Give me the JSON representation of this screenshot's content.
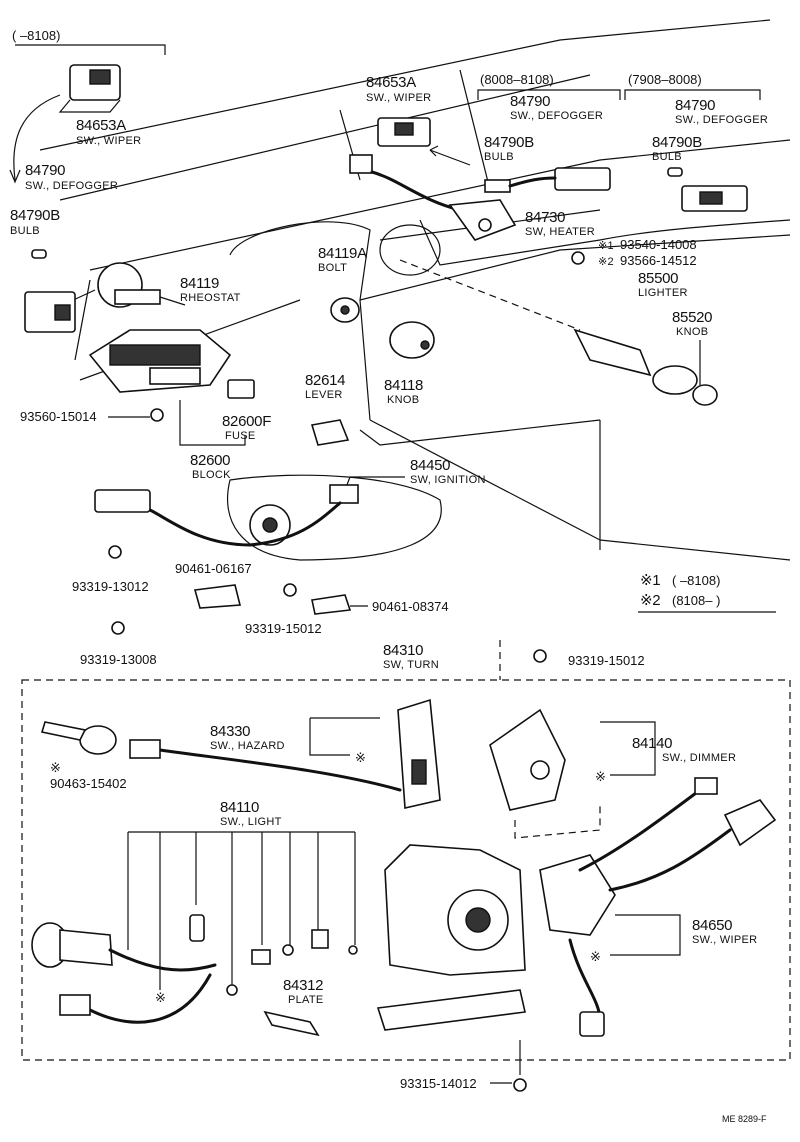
{
  "top_left_range": "(     –8108)",
  "range_8008_8108": "(8008–8108)",
  "range_7908_8008": "(7908–8008)",
  "parts": {
    "p84653A_top": {
      "pn": "84653A",
      "name": "SW., WIPER"
    },
    "p84653A_left": {
      "pn": "84653A",
      "name": "SW., WIPER"
    },
    "p84790_left": {
      "pn": "84790",
      "name": "SW., DEFOGGER"
    },
    "p84790B_left": {
      "pn": "84790B",
      "name": "BULB"
    },
    "p84790_mid": {
      "pn": "84790",
      "name": "SW., DEFOGGER"
    },
    "p84790B_mid": {
      "pn": "84790B",
      "name": "BULB"
    },
    "p84790_right": {
      "pn": "84790",
      "name": "SW., DEFOGGER"
    },
    "p84790B_right": {
      "pn": "84790B",
      "name": "BULB"
    },
    "p84730": {
      "pn": "84730",
      "name": "SW, HEATER"
    },
    "p93540": {
      "pn": "93540-14008",
      "mark": "※1"
    },
    "p93566": {
      "pn": "93566-14512",
      "mark": "※2"
    },
    "p85500": {
      "pn": "85500",
      "name": "LIGHTER"
    },
    "p85520": {
      "pn": "85520",
      "name": "KNOB"
    },
    "p84119": {
      "pn": "84119",
      "name": "RHEOSTAT"
    },
    "p84119A": {
      "pn": "84119A",
      "name": "BOLT"
    },
    "p82614": {
      "pn": "82614",
      "name": "LEVER"
    },
    "p84118": {
      "pn": "84118",
      "name": "KNOB"
    },
    "p93560": {
      "pn": "93560-15014"
    },
    "p82600F": {
      "pn": "82600F",
      "name": "FUSE"
    },
    "p82600": {
      "pn": "82600",
      "name": "BLOCK"
    },
    "p84450": {
      "pn": "84450",
      "name": "SW, IGNITION"
    },
    "p93319_13012": {
      "pn": "93319-13012"
    },
    "p90461_06167": {
      "pn": "90461-06167"
    },
    "p93319_15012a": {
      "pn": "93319-15012"
    },
    "p90461_08374": {
      "pn": "90461-08374"
    },
    "p93319_13008": {
      "pn": "93319-13008"
    },
    "p84310": {
      "pn": "84310",
      "name": "SW, TURN"
    },
    "p93319_15012b": {
      "pn": "93319-15012"
    },
    "p84330": {
      "pn": "84330",
      "name": "SW., HAZARD"
    },
    "p84140": {
      "pn": "84140",
      "name": "SW., DIMMER"
    },
    "p90463": {
      "pn": "90463-15402"
    },
    "p84110": {
      "pn": "84110",
      "name": "SW., LIGHT"
    },
    "p84650": {
      "pn": "84650",
      "name": "SW., WIPER"
    },
    "p84312": {
      "pn": "84312",
      "name": "PLATE"
    },
    "p93315": {
      "pn": "93315-14012"
    }
  },
  "legend": {
    "row1_mark": "※1",
    "row1_range": "(       –8108)",
    "row2_mark": "※2",
    "row2_range": "(8108–        )"
  },
  "asterisk": "※",
  "footer_code": "ME  8289-F"
}
